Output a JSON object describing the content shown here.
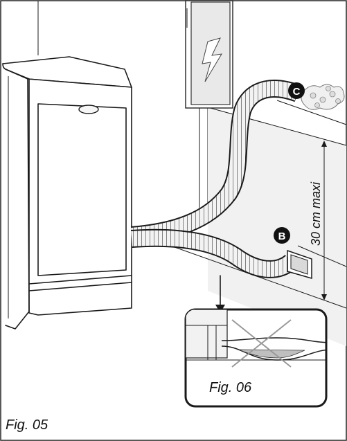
{
  "figure": {
    "main_caption": "Fig. 05",
    "inset_caption": "Fig. 06",
    "marker_b": "B",
    "marker_c": "C",
    "height_note": "30 cm maxi"
  },
  "colors": {
    "ink": "#1a1a1a",
    "wall_shade": "#eeeeee",
    "hose_fill": "#f4f4f4",
    "marker_fill": "#111111"
  }
}
